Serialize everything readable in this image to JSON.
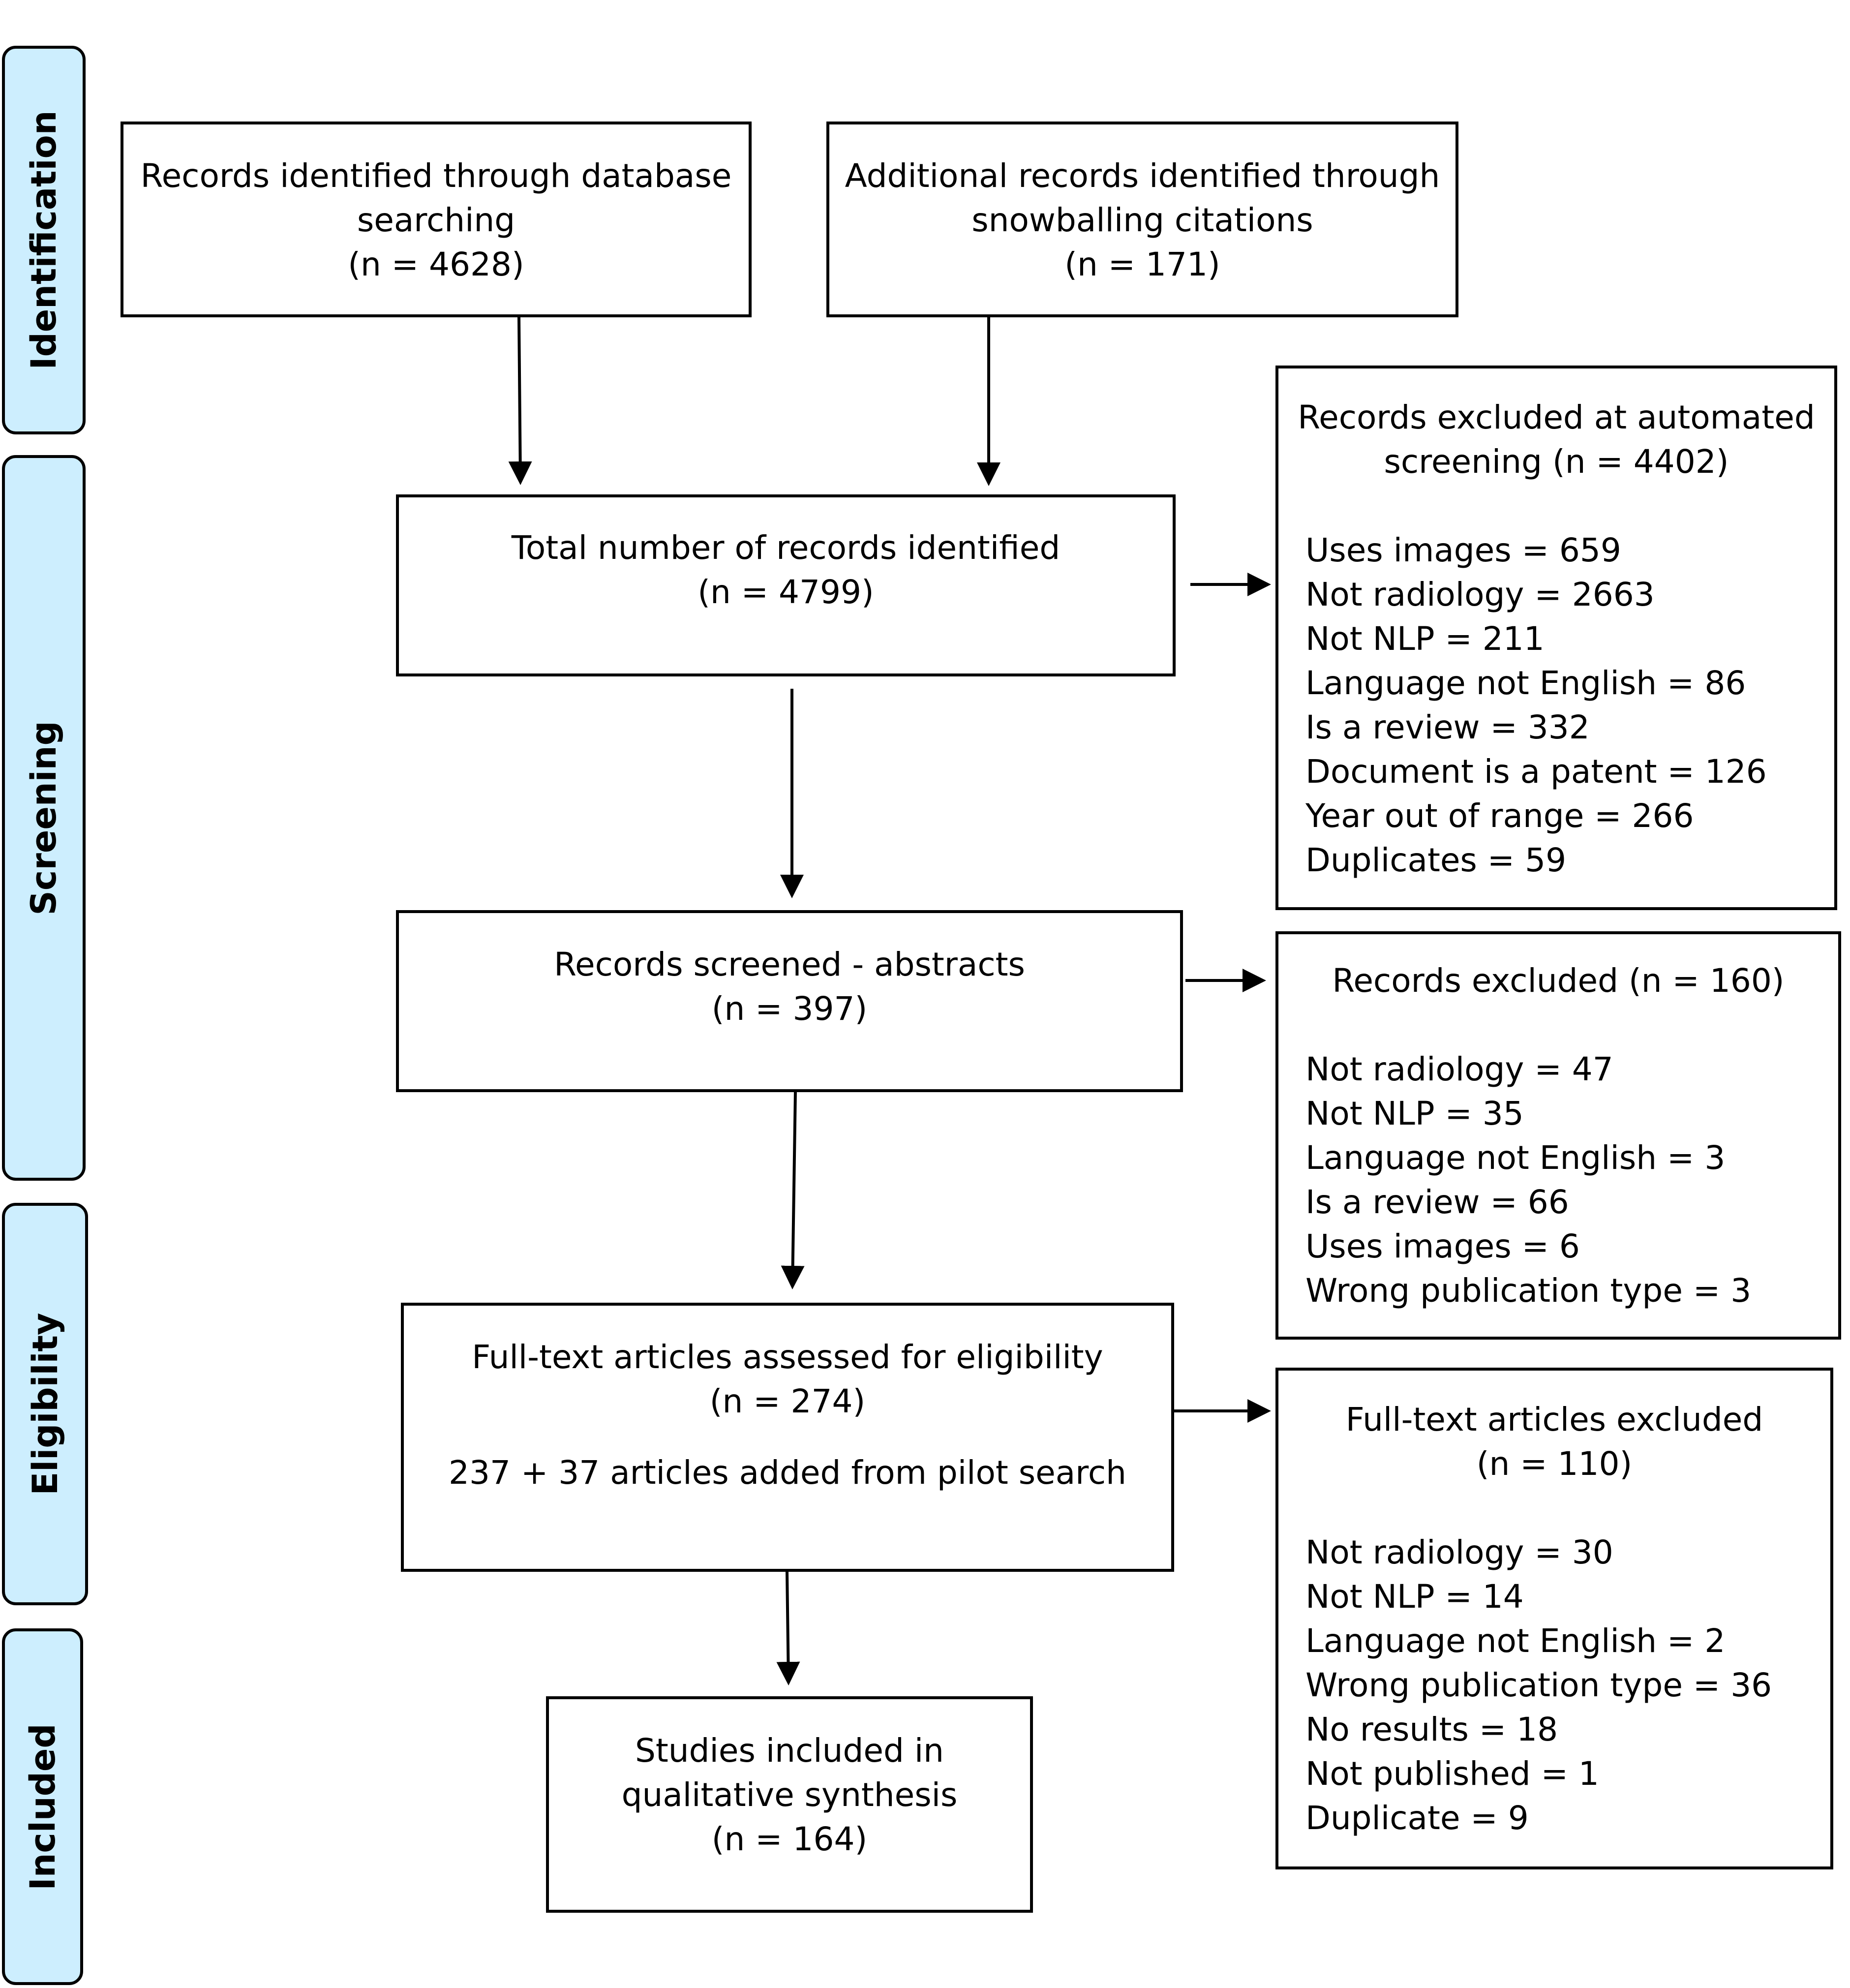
{
  "stages": {
    "identification": "Identification",
    "screening": "Screening",
    "eligibility": "Eligibility",
    "included": "Included"
  },
  "boxes": {
    "database": {
      "title": [
        "Records identified through database",
        "searching"
      ],
      "count": "(n =  4628)"
    },
    "snowballing": {
      "title": [
        "Additional records identified through",
        "snowballing citations"
      ],
      "count": "(n =  171)"
    },
    "total": {
      "title": "Total number of records identified",
      "count": "(n = 4799)"
    },
    "automated_excluded": {
      "title": [
        "Records excluded at automated",
        "screening (n = 4402)"
      ],
      "items": [
        "Uses images = 659",
        "Not radiology = 2663",
        "Not NLP = 211",
        "Language not English = 86",
        "Is a review = 332",
        "Document is a patent = 126",
        "Year out of range = 266",
        "Duplicates = 59"
      ]
    },
    "abstracts": {
      "title": "Records screened - abstracts",
      "count": "(n = 397)"
    },
    "records_excluded": {
      "title": "Records excluded (n = 160)",
      "items": [
        "Not radiology = 47",
        "Not NLP = 35",
        "Language not English = 3",
        "Is a review = 66",
        "Uses images = 6",
        "Wrong publication type = 3"
      ]
    },
    "fulltext": {
      "title": "Full-text articles assessed for eligibility",
      "count": "(n = 274)",
      "note": "237 + 37 articles added from pilot search"
    },
    "fulltext_excluded": {
      "title": "Full-text articles excluded",
      "count": "(n = 110)",
      "items": [
        "Not radiology = 30",
        "Not NLP = 14",
        "Language not English = 2",
        "Wrong publication type = 36",
        "No results = 18",
        "Not published = 1",
        "Duplicate = 9"
      ]
    },
    "included": {
      "title": [
        "Studies included in",
        "qualitative synthesis"
      ],
      "count": "(n = 164)"
    }
  },
  "colors": {
    "stage_fill": "#cdeefe",
    "stroke": "#000000"
  }
}
